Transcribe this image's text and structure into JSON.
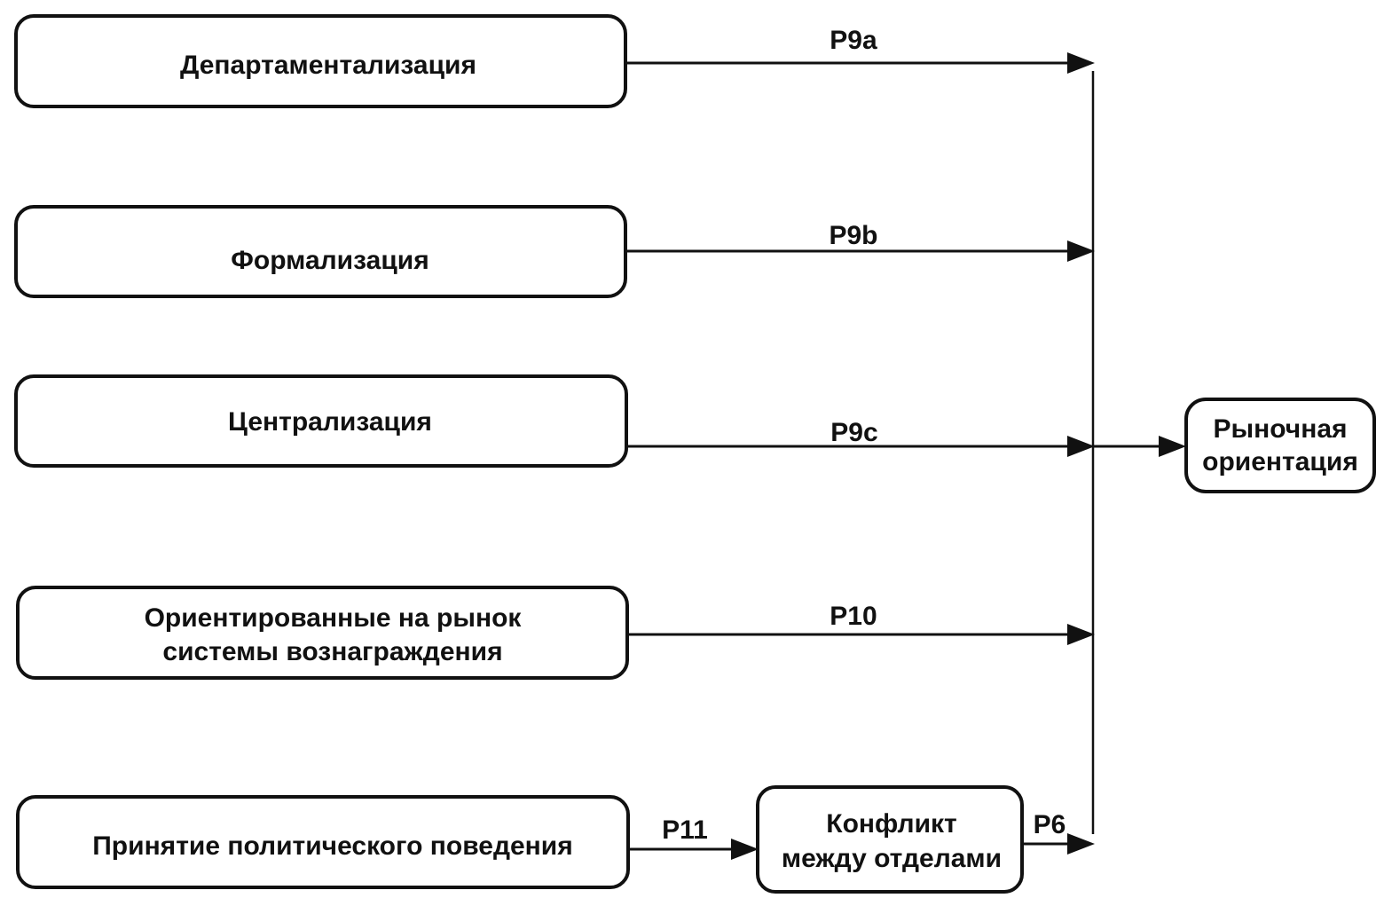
{
  "nodes": {
    "departmentalization": {
      "lines": [
        "Департаментализация"
      ]
    },
    "formalization": {
      "lines": [
        "Формализация"
      ]
    },
    "centralization": {
      "lines": [
        "Централизация"
      ]
    },
    "reward_systems": {
      "lines": [
        "Ориентированные на рынок",
        "системы вознаграждения"
      ]
    },
    "political_behavior": {
      "lines": [
        "Принятие политического поведения"
      ]
    },
    "conflict": {
      "lines": [
        "Конфликт",
        "между отделами"
      ]
    },
    "market_orientation": {
      "lines": [
        "Рыночная",
        "ориентация"
      ]
    }
  },
  "edges": {
    "p9a": {
      "label": "P9a",
      "from": "departmentalization",
      "to": "market_orientation"
    },
    "p9b": {
      "label": "P9b",
      "from": "formalization",
      "to": "market_orientation"
    },
    "p9c": {
      "label": "P9c",
      "from": "centralization",
      "to": "market_orientation"
    },
    "p10": {
      "label": "P10",
      "from": "reward_systems",
      "to": "market_orientation"
    },
    "p11": {
      "label": "P11",
      "from": "political_behavior",
      "to": "conflict"
    },
    "p6": {
      "label": "P6",
      "from": "conflict",
      "to": "market_orientation"
    }
  },
  "colors": {
    "stroke": "#111111",
    "background": "#ffffff"
  }
}
